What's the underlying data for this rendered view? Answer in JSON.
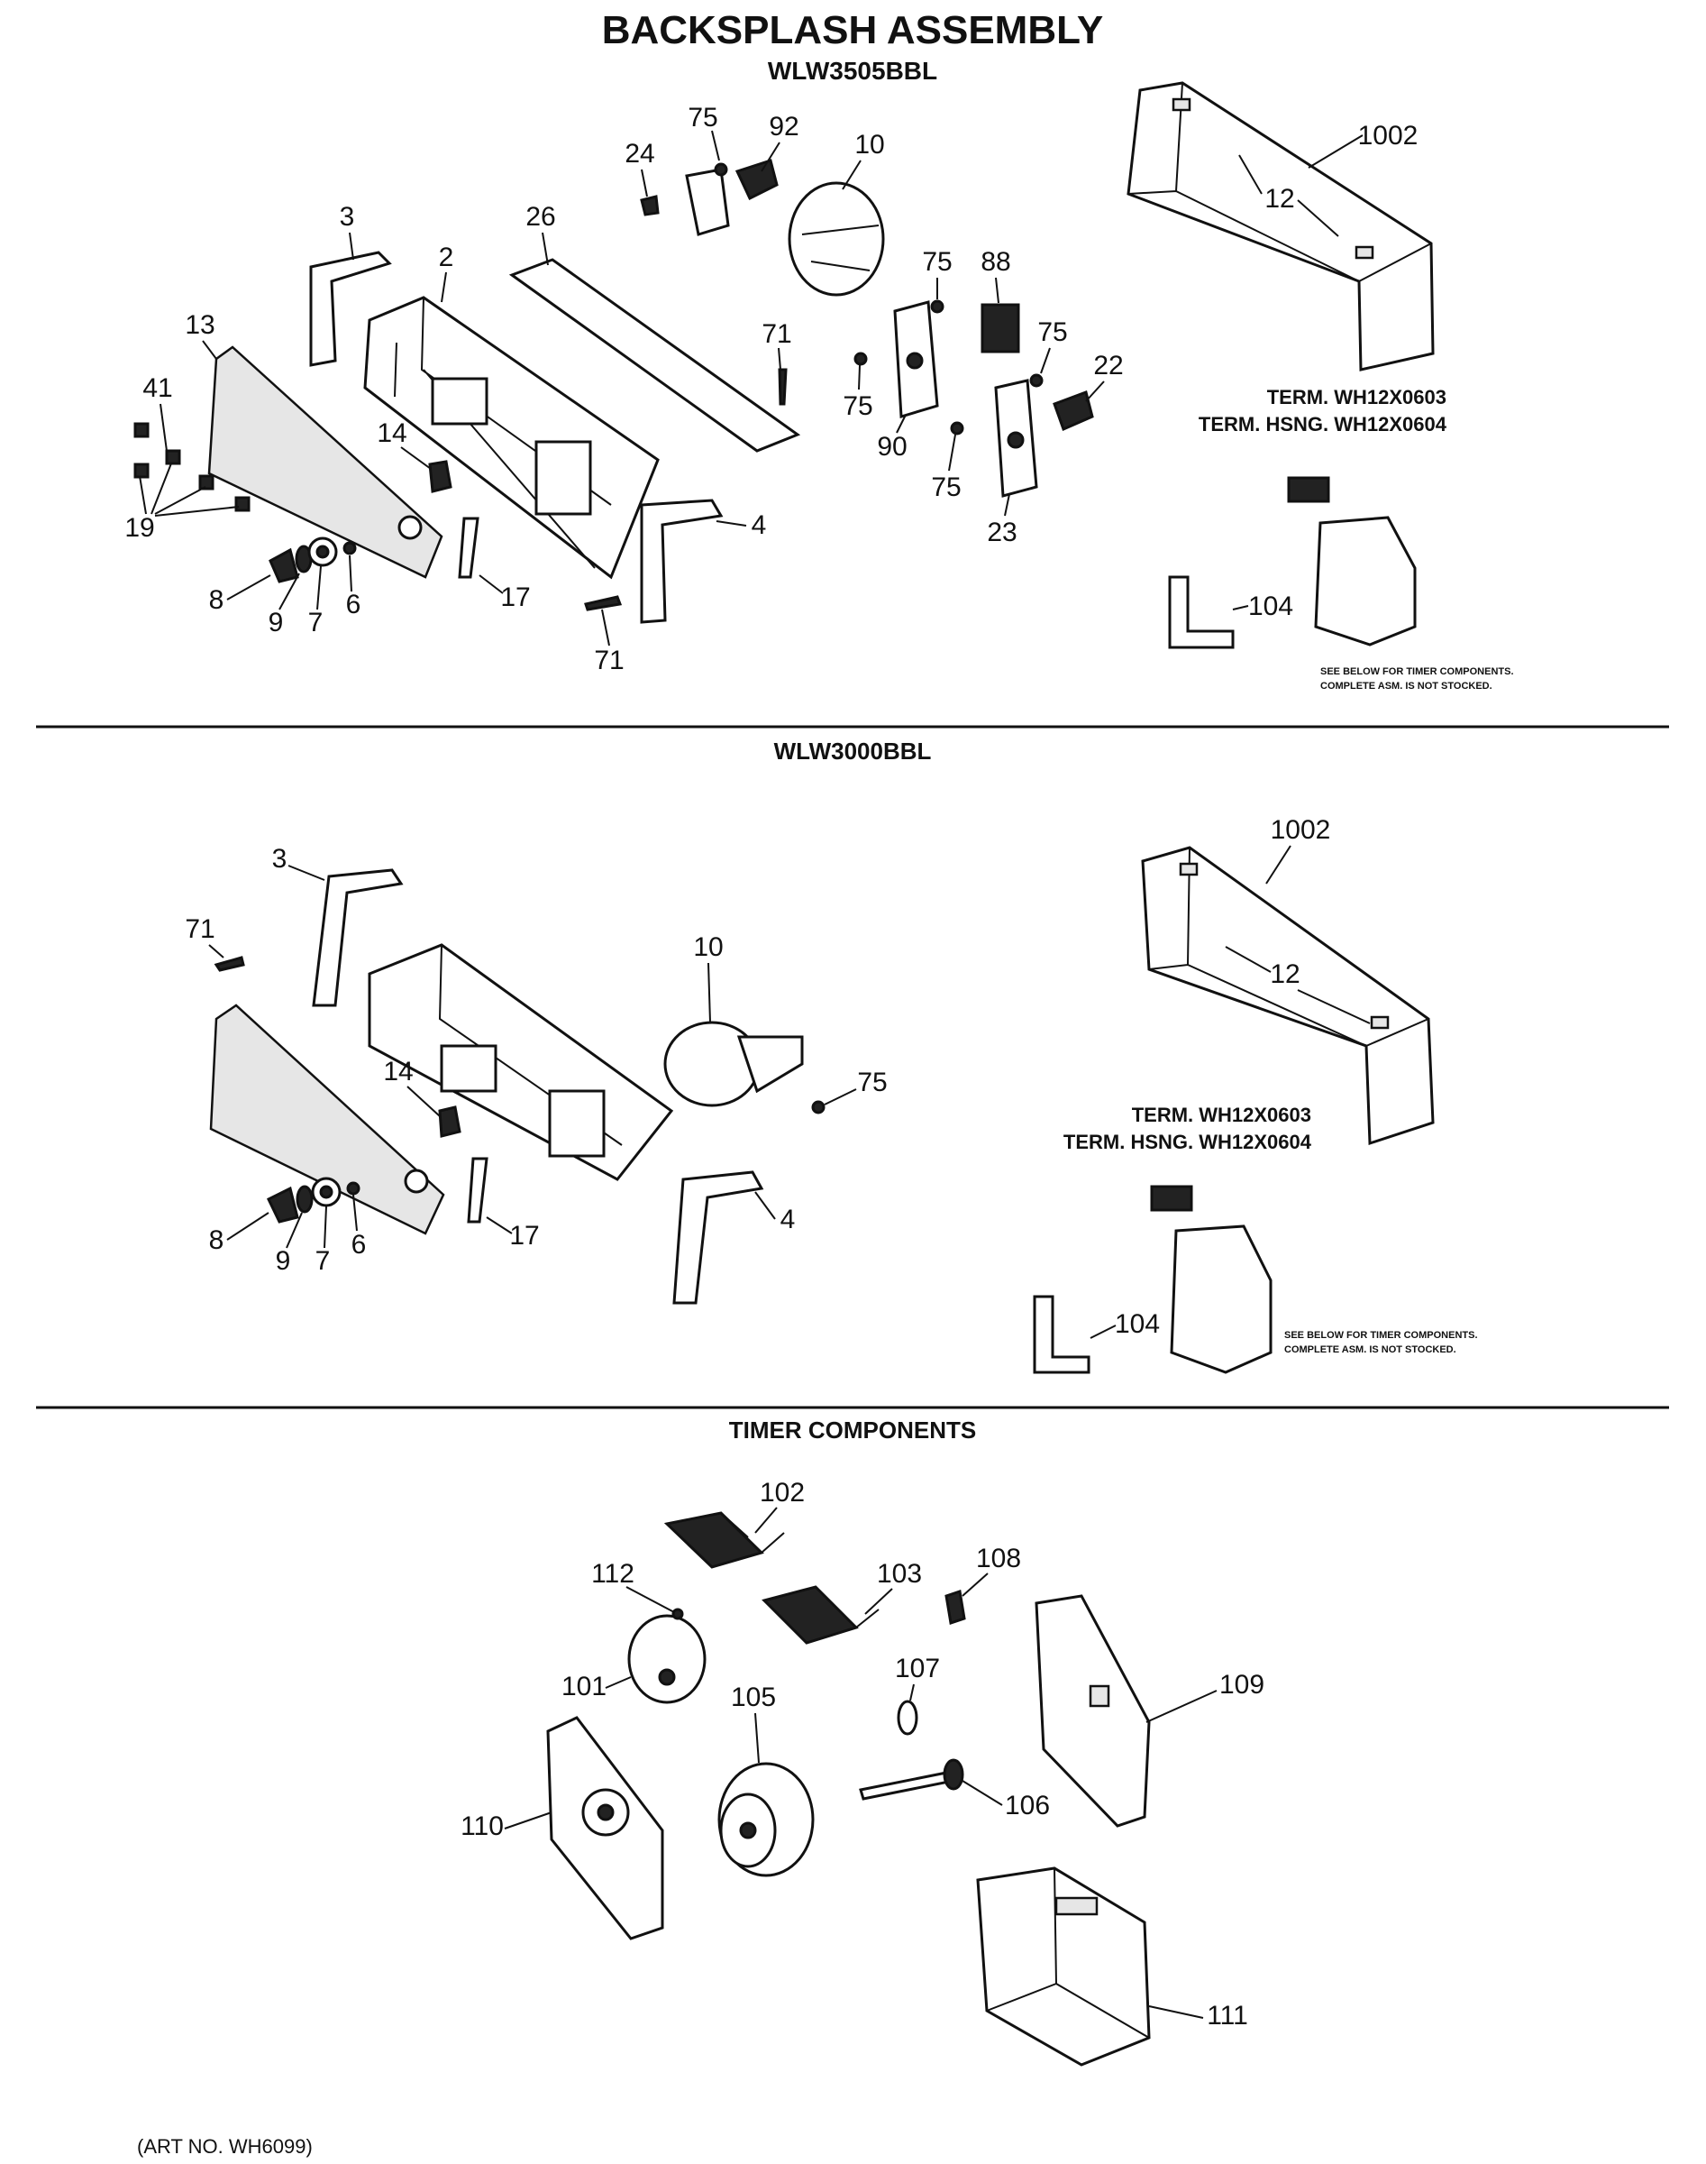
{
  "title": "BACKSPLASH ASSEMBLY",
  "sections": [
    {
      "model": "WLW3505BBL"
    },
    {
      "model": "WLW3000BBL"
    },
    {
      "model": "TIMER COMPONENTS"
    }
  ],
  "terminals": {
    "term": "TERM. WH12X0603",
    "term_hsng": "TERM. HSNG. WH12X0604"
  },
  "note_line1": "SEE BELOW FOR TIMER COMPONENTS.",
  "note_line2": "COMPLETE ASM. IS NOT STOCKED.",
  "art_no": "(ART NO. WH6099)",
  "callouts": {
    "s1": [
      "75",
      "92",
      "10",
      "24",
      "1002",
      "3",
      "26",
      "2",
      "12",
      "75",
      "88",
      "71",
      "75",
      "22",
      "13",
      "75",
      "41",
      "14",
      "90",
      "75",
      "19",
      "4",
      "23",
      "8",
      "9",
      "7",
      "6",
      "17",
      "104",
      "71"
    ],
    "s2": [
      "1002",
      "3",
      "71",
      "10",
      "12",
      "14",
      "75",
      "8",
      "9",
      "7",
      "6",
      "17",
      "4",
      "104"
    ],
    "s3": [
      "102",
      "112",
      "103",
      "108",
      "101",
      "107",
      "105",
      "109",
      "110",
      "106",
      "111"
    ]
  }
}
